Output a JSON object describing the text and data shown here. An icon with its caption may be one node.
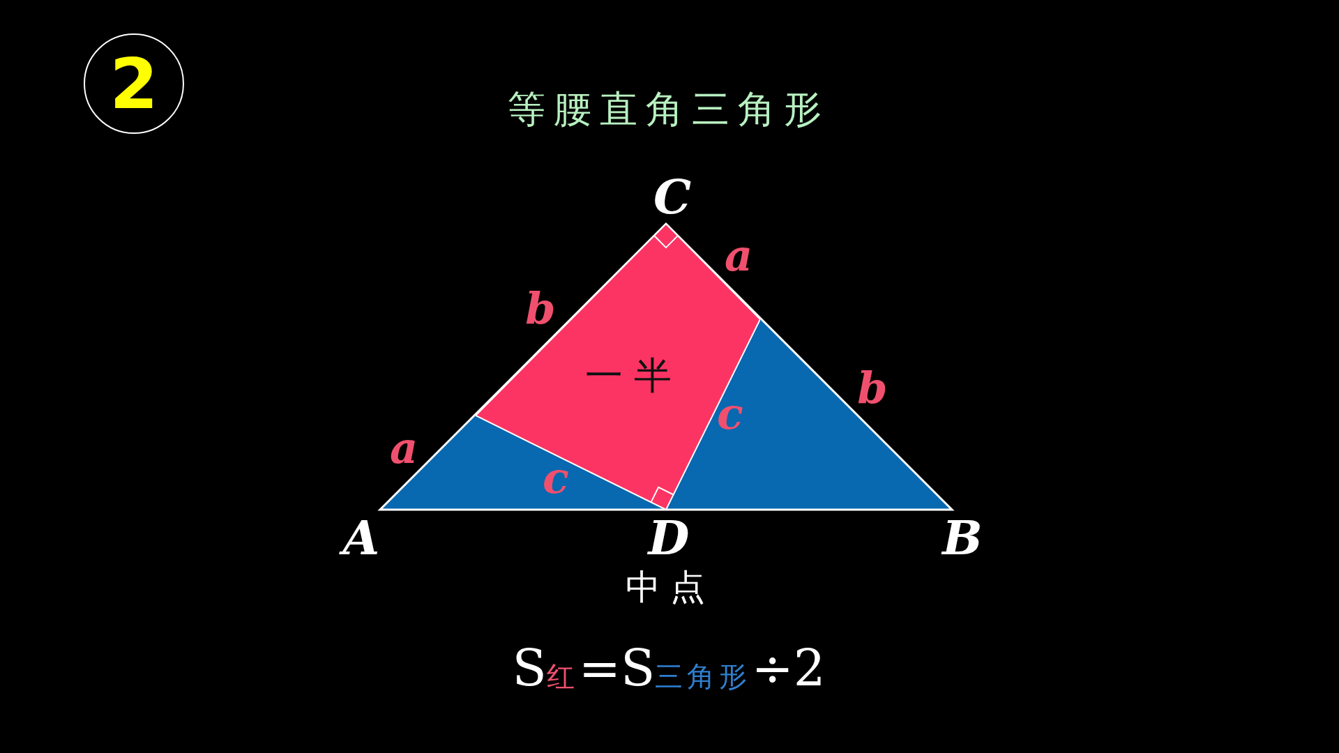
{
  "diagram": {
    "title": "等腰直角三角形",
    "nodes": [
      {
        "text": [
          "2"
        ]
      },
      {
        "text": [
          "一半"
        ]
      }
    ],
    "edges": [],
    "labels": [
      "C",
      "a",
      "b",
      "b",
      "c",
      "a",
      "c",
      "A",
      "D",
      "B",
      "中点",
      "S$_{红}$=S$_{三角形}$÷2"
    ]
  }
}
